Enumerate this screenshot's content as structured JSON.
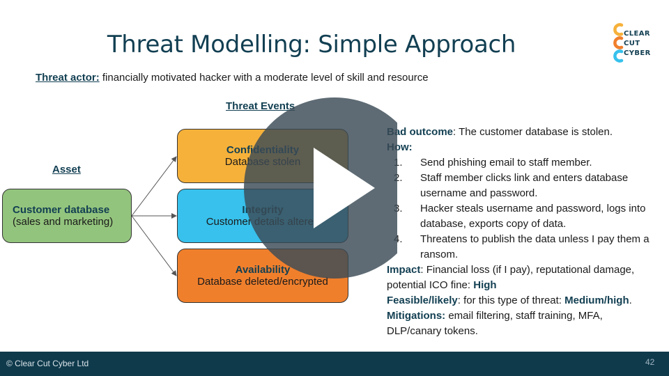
{
  "title": "Threat Modelling: Simple Approach",
  "logo": {
    "line1": "CLEAR",
    "line2": "CUT",
    "line3": "CYBER"
  },
  "threat_actor": {
    "label": "Threat actor:",
    "text": " financially motivated hacker with a moderate level of skill and resource"
  },
  "labels": {
    "threat_events": "Threat Events",
    "asset": "Asset"
  },
  "asset": {
    "title": "Customer database",
    "sub": "(sales and marketing)"
  },
  "events": [
    {
      "title": "Confidentiality",
      "sub": "Database stolen"
    },
    {
      "title": "Integrity",
      "sub": "Customer details altered"
    },
    {
      "title": "Availability",
      "sub": "Database deleted/encrypted"
    }
  ],
  "details": {
    "bad_outcome_label": "Bad outcome",
    "bad_outcome_text": ": The customer database is stolen.",
    "how_label": "How:",
    "steps": [
      {
        "n": "1.",
        "text": "Send phishing email to staff member."
      },
      {
        "n": "2.",
        "text": "Staff member clicks link and enters database username and password."
      },
      {
        "n": "3.",
        "text": "Hacker steals username and password, logs into database, exports copy of data."
      },
      {
        "n": "4.",
        "text": "Threatens to publish the data unless I pay them a ransom."
      }
    ],
    "impact_label": "Impact",
    "impact_text": ": Financial loss (if I pay), reputational damage, potential ICO fine: ",
    "impact_value": "High",
    "feasible_label": "Feasible/likely",
    "feasible_text": ": for this type of threat: ",
    "feasible_value": "Medium/high",
    "feasible_end": ".",
    "mitigations_label": "Mitigations:",
    "mitigations_text": " email filtering, staff training, MFA, DLP/canary tokens."
  },
  "footer": {
    "copyright": "© Clear Cut Cyber Ltd",
    "page": "42"
  },
  "colors": {
    "brand_dark": "#0f3a4c",
    "asset": "#93c47d",
    "confidentiality": "#f6b13a",
    "integrity": "#37c1ec",
    "availability": "#f07f2c",
    "logo_yellow": "#f6b13a",
    "logo_orange": "#f07f2c",
    "logo_blue": "#37c1ec"
  },
  "overlay": {
    "icon": "play-icon"
  }
}
